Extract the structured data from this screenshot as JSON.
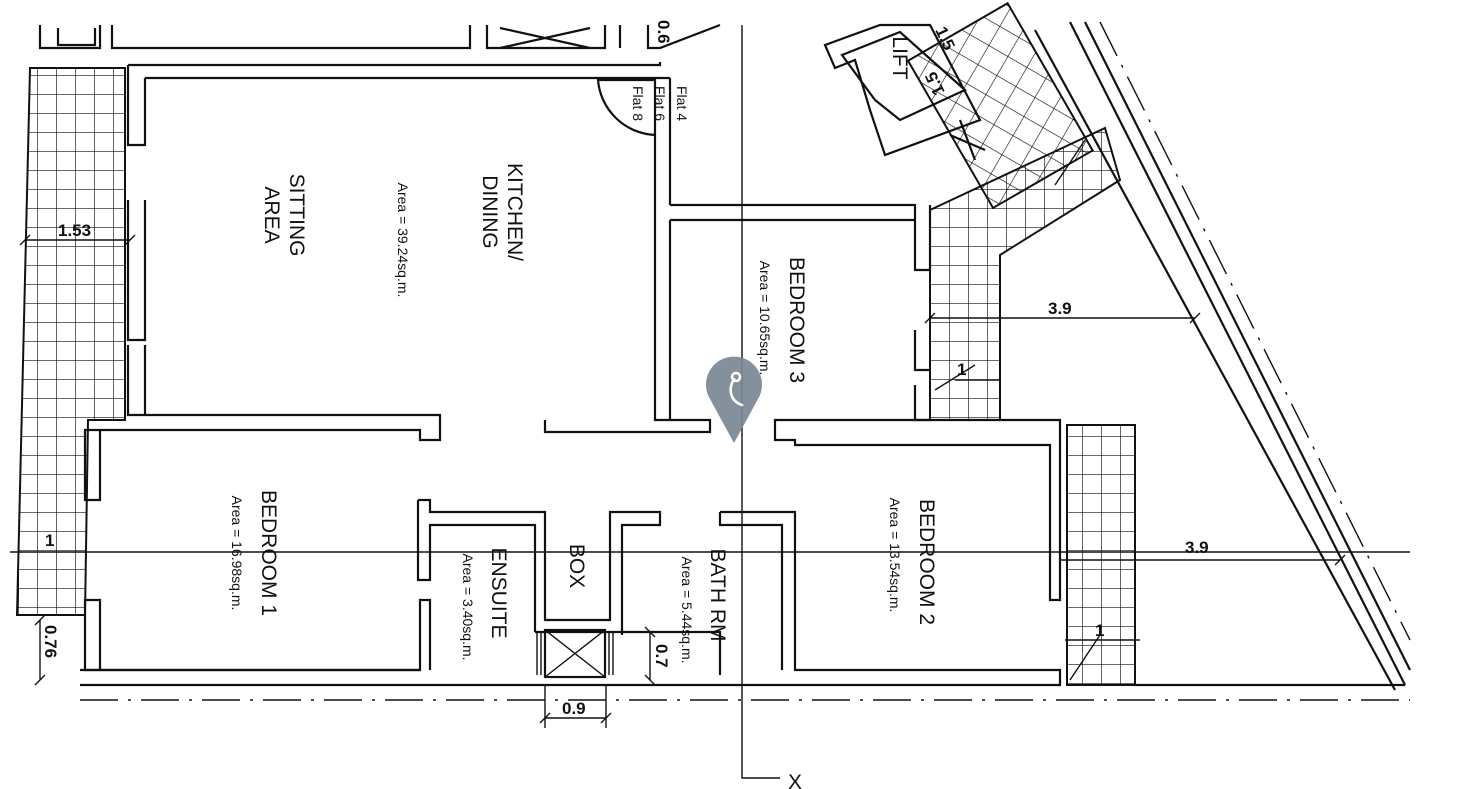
{
  "rooms": {
    "sitting": {
      "line1": "SITTING",
      "line2": "AREA"
    },
    "kitchen": {
      "line1": "KITCHEN/",
      "line2": "DINING",
      "area": "Area = 39.24sq.m."
    },
    "bedroom1": {
      "name": "BEDROOM 1",
      "area": "Area = 16.98sq.m."
    },
    "ensuite": {
      "name": "ENSUITE",
      "area": "Area = 3.40sq.m."
    },
    "box": {
      "name": "BOX"
    },
    "bath": {
      "name": "BATH RM",
      "area": "Area = 5.44sq.m."
    },
    "bedroom3": {
      "name": "BEDROOM 3",
      "area": "Area = 10.65sq.m."
    },
    "bedroom2": {
      "name": "BEDROOM 2",
      "area": "Area = 13.54sq.m."
    },
    "lift": {
      "name": "LIFT"
    }
  },
  "entrance_labels": [
    "Flat 4",
    "Flat 6",
    "Flat 8"
  ],
  "dimensions": {
    "top_door": "0.6",
    "lift_w": "1.5",
    "lift_d": "1.5",
    "left_balcony": "1.53",
    "left_balcony_low": "1",
    "left_offset": "0.76",
    "shaft_w": "0.9",
    "shaft_d": "0.7",
    "right_upper": "3.9",
    "right_lower": "3.9",
    "terrace_upper": "1",
    "terrace_lower": "1"
  },
  "axis_label": "X",
  "marker": {
    "icon": "location-pin-icon",
    "color": "#7a8792"
  }
}
